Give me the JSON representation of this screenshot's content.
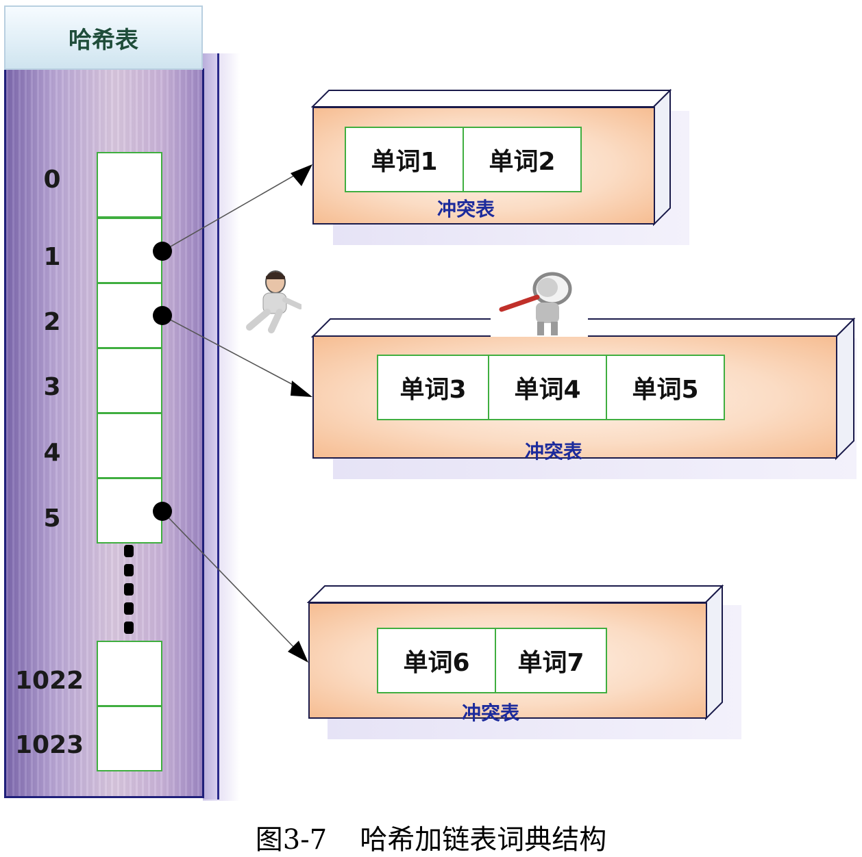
{
  "hash_table": {
    "title": "哈希表",
    "indices": [
      "0",
      "1",
      "2",
      "3",
      "4",
      "5",
      "1022",
      "1023"
    ]
  },
  "collision_tables": [
    {
      "words": [
        "单词1",
        "单词2"
      ],
      "label": "冲突表"
    },
    {
      "words": [
        "单词3",
        "单词4",
        "单词5"
      ],
      "label": "冲突表"
    },
    {
      "words": [
        "单词6",
        "单词7"
      ],
      "label": "冲突表"
    }
  ],
  "caption": {
    "figure": "图3-7",
    "title": "哈希加链表词典结构"
  },
  "colors": {
    "slot_border": "#3fae3f",
    "column_border": "#1f1f7a",
    "label_text": "#1c2b9c",
    "collision_fill": "#f6bd92"
  }
}
